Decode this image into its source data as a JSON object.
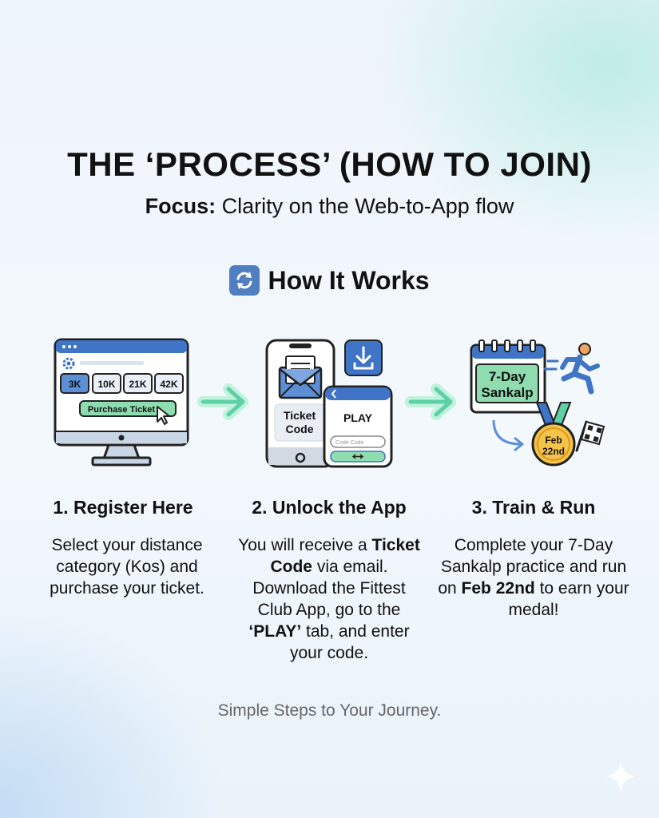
{
  "header": {
    "title": "THE ‘PROCESS’ (HOW TO JOIN)",
    "focus_label": "Focus:",
    "focus_text": " Clarity on the Web-to-App flow"
  },
  "section": {
    "title": "How It Works",
    "icon": "refresh-icon"
  },
  "step1": {
    "title": "1. Register Here",
    "body": "Select your distance category (Kos) and purchase your ticket.",
    "illustration": {
      "distances": [
        "3K",
        "10K",
        "21K",
        "42K"
      ],
      "button": "Purchase Ticket"
    }
  },
  "step2": {
    "title": "2. Unlock the App",
    "body_1": "You will receive a ",
    "body_2": "Ticket Code",
    "body_3": " via email. Download the Fittest Club App, go to the ",
    "body_4": "‘PLAY’",
    "body_5": " tab, and enter your code.",
    "illustration": {
      "ticket_line1": "Ticket",
      "ticket_line2": "Code",
      "play": "PLAY",
      "input_placeholder": "Code Code"
    }
  },
  "step3": {
    "title": "3. Train & Run",
    "body_1": "Complete your 7-Day Sankalp practice and run on ",
    "body_2": "Feb 22nd",
    "body_3": " to earn your medal!",
    "illustration": {
      "calendar_line1": "7-Day",
      "calendar_line2": "Sankalp",
      "medal_line1": "Feb",
      "medal_line2": "22nd"
    }
  },
  "footer": "Simple Steps to Your Journey.",
  "colors": {
    "primary_blue": "#3f74c6",
    "green": "#7fd3a5",
    "medal": "#f5c24a",
    "arrow_glow": "#7fe3c0"
  }
}
